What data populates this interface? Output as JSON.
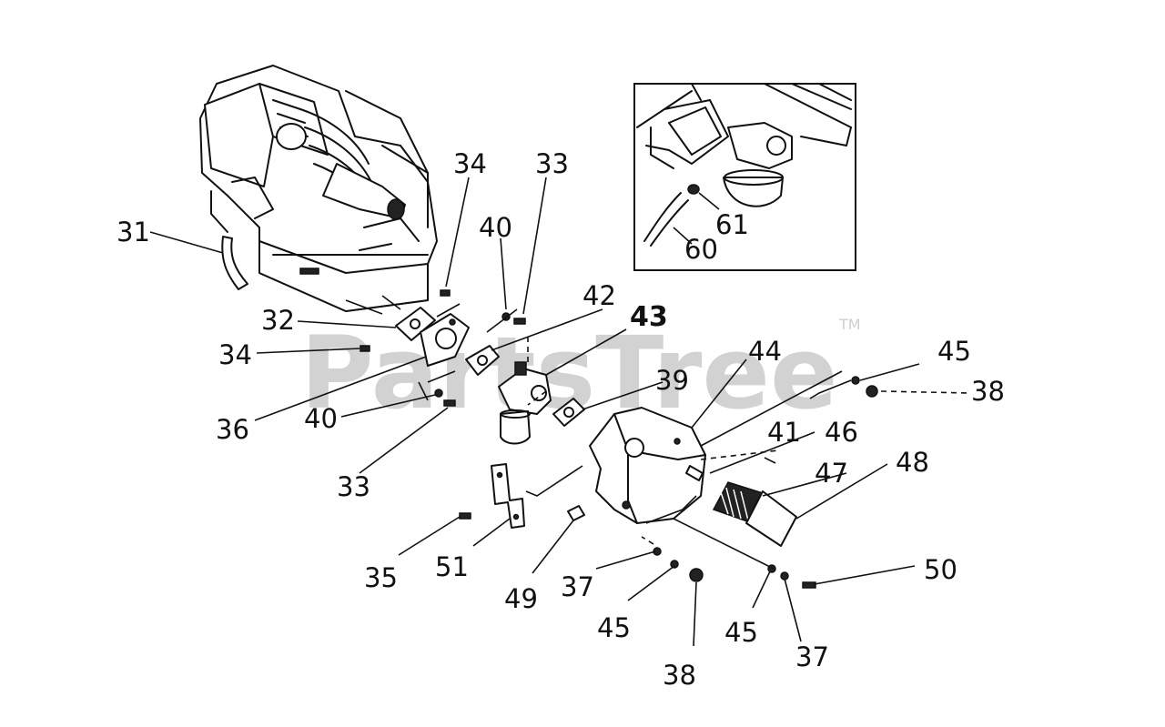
{
  "watermark": {
    "text": "PartsTree",
    "trademark": "TM"
  },
  "callouts": [
    {
      "id": "c31",
      "text": "31"
    },
    {
      "id": "c32",
      "text": "32"
    },
    {
      "id": "c33a",
      "text": "33"
    },
    {
      "id": "c33b",
      "text": "33"
    },
    {
      "id": "c34a",
      "text": "34"
    },
    {
      "id": "c34b",
      "text": "34"
    },
    {
      "id": "c35",
      "text": "35"
    },
    {
      "id": "c36",
      "text": "36"
    },
    {
      "id": "c37a",
      "text": "37"
    },
    {
      "id": "c37b",
      "text": "37"
    },
    {
      "id": "c38a",
      "text": "38"
    },
    {
      "id": "c38b",
      "text": "38"
    },
    {
      "id": "c39",
      "text": "39"
    },
    {
      "id": "c40a",
      "text": "40"
    },
    {
      "id": "c40b",
      "text": "40"
    },
    {
      "id": "c41",
      "text": "41"
    },
    {
      "id": "c42",
      "text": "42"
    },
    {
      "id": "c43",
      "text": "43"
    },
    {
      "id": "c44",
      "text": "44"
    },
    {
      "id": "c45a",
      "text": "45"
    },
    {
      "id": "c45b",
      "text": "45"
    },
    {
      "id": "c45c",
      "text": "45"
    },
    {
      "id": "c46",
      "text": "46"
    },
    {
      "id": "c47",
      "text": "47"
    },
    {
      "id": "c48",
      "text": "48"
    },
    {
      "id": "c49",
      "text": "49"
    },
    {
      "id": "c50",
      "text": "50"
    },
    {
      "id": "c51",
      "text": "51"
    },
    {
      "id": "c60",
      "text": "60"
    },
    {
      "id": "c61",
      "text": "61"
    }
  ]
}
